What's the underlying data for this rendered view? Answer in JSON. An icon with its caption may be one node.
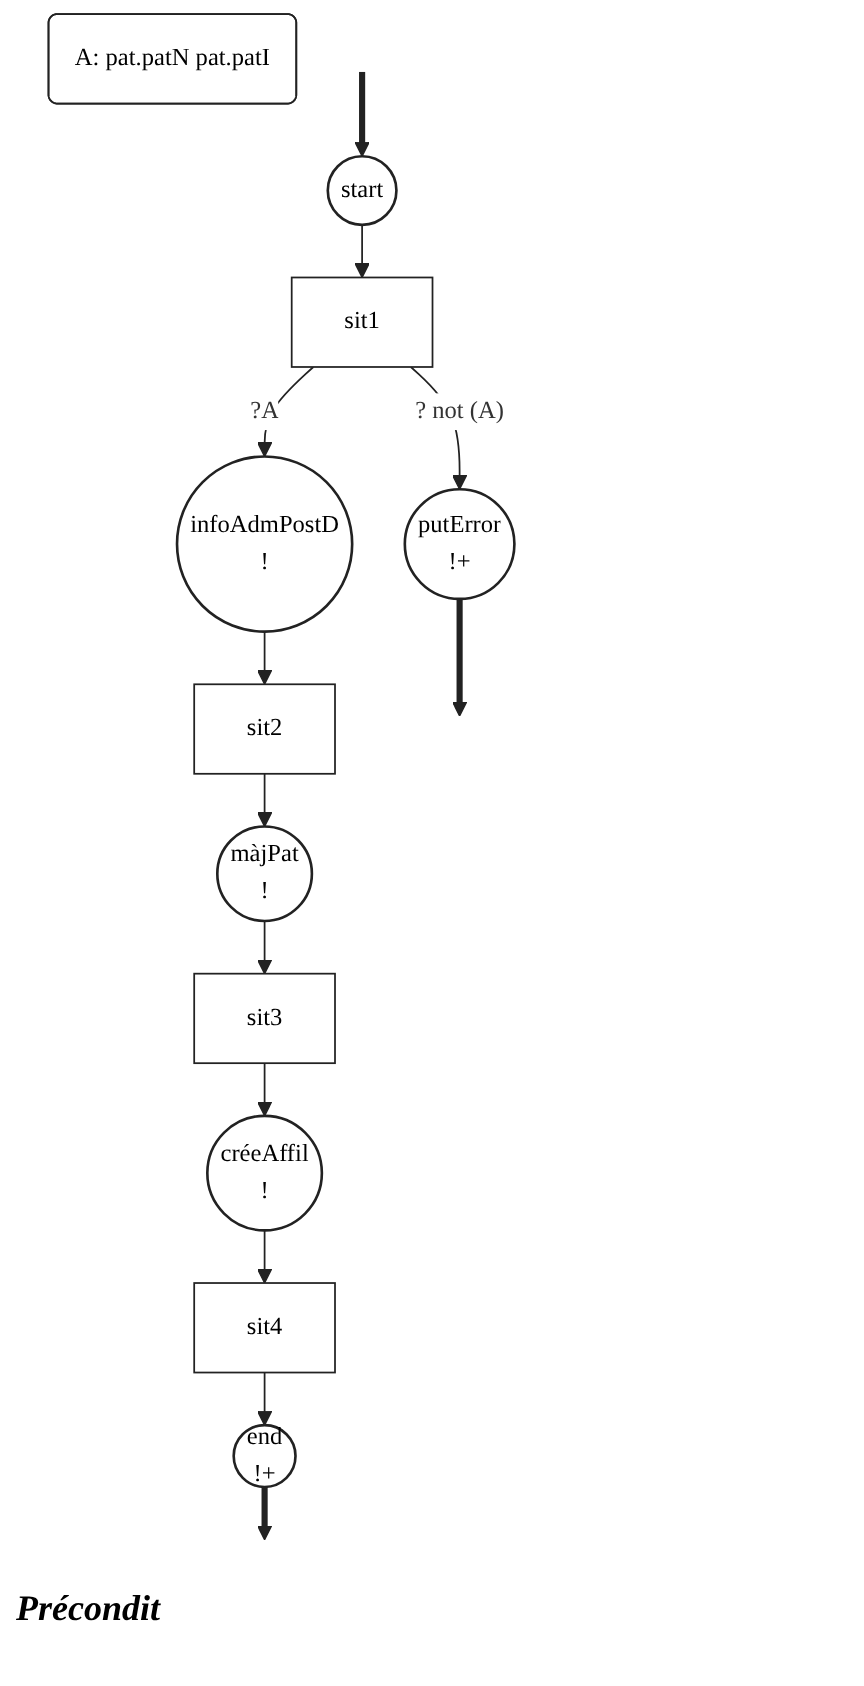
{
  "diagram": {
    "nodes": [
      {
        "text": [
          "start"
        ]
      },
      {
        "text": [
          "sit1"
        ]
      },
      {
        "text": [
          "infoAdmPostD",
          "!"
        ]
      },
      {
        "text": [
          "putError",
          "!+"
        ]
      },
      {
        "text": [
          "sit2"
        ]
      },
      {
        "text": [
          "màjPat",
          "!"
        ]
      },
      {
        "text": [
          "sit3"
        ]
      },
      {
        "text": [
          "créeAffil",
          "!"
        ]
      },
      {
        "text": [
          "sit4"
        ]
      },
      {
        "text": [
          "end",
          "!+"
        ]
      },
      {
        "text": [
          "A: pat.patN pat.patI"
        ]
      }
    ],
    "edges": [
      {
        "from": null,
        "to": 0,
        "arrow": "to",
        "style": "thick"
      },
      {
        "from": 0,
        "to": 1,
        "arrow": "to"
      },
      {
        "from": 1,
        "to": 2,
        "arrow": "to",
        "label": "?A"
      },
      {
        "from": 1,
        "to": 3,
        "arrow": "to",
        "label": "? not (A)"
      },
      {
        "from": 2,
        "to": 4,
        "arrow": "to"
      },
      {
        "from": 4,
        "to": 5,
        "arrow": "to"
      },
      {
        "from": 5,
        "to": 6,
        "arrow": "to"
      },
      {
        "from": 6,
        "to": 7,
        "arrow": "to"
      },
      {
        "from": 7,
        "to": 8,
        "arrow": "to"
      },
      {
        "from": 8,
        "to": 9,
        "arrow": "to"
      },
      {
        "from": 3,
        "to": null,
        "arrow": "to",
        "style": "thick"
      },
      {
        "from": 9,
        "to": null,
        "arrow": "to",
        "style": "thick"
      }
    ],
    "labels": [
      "Précondit"
    ]
  }
}
